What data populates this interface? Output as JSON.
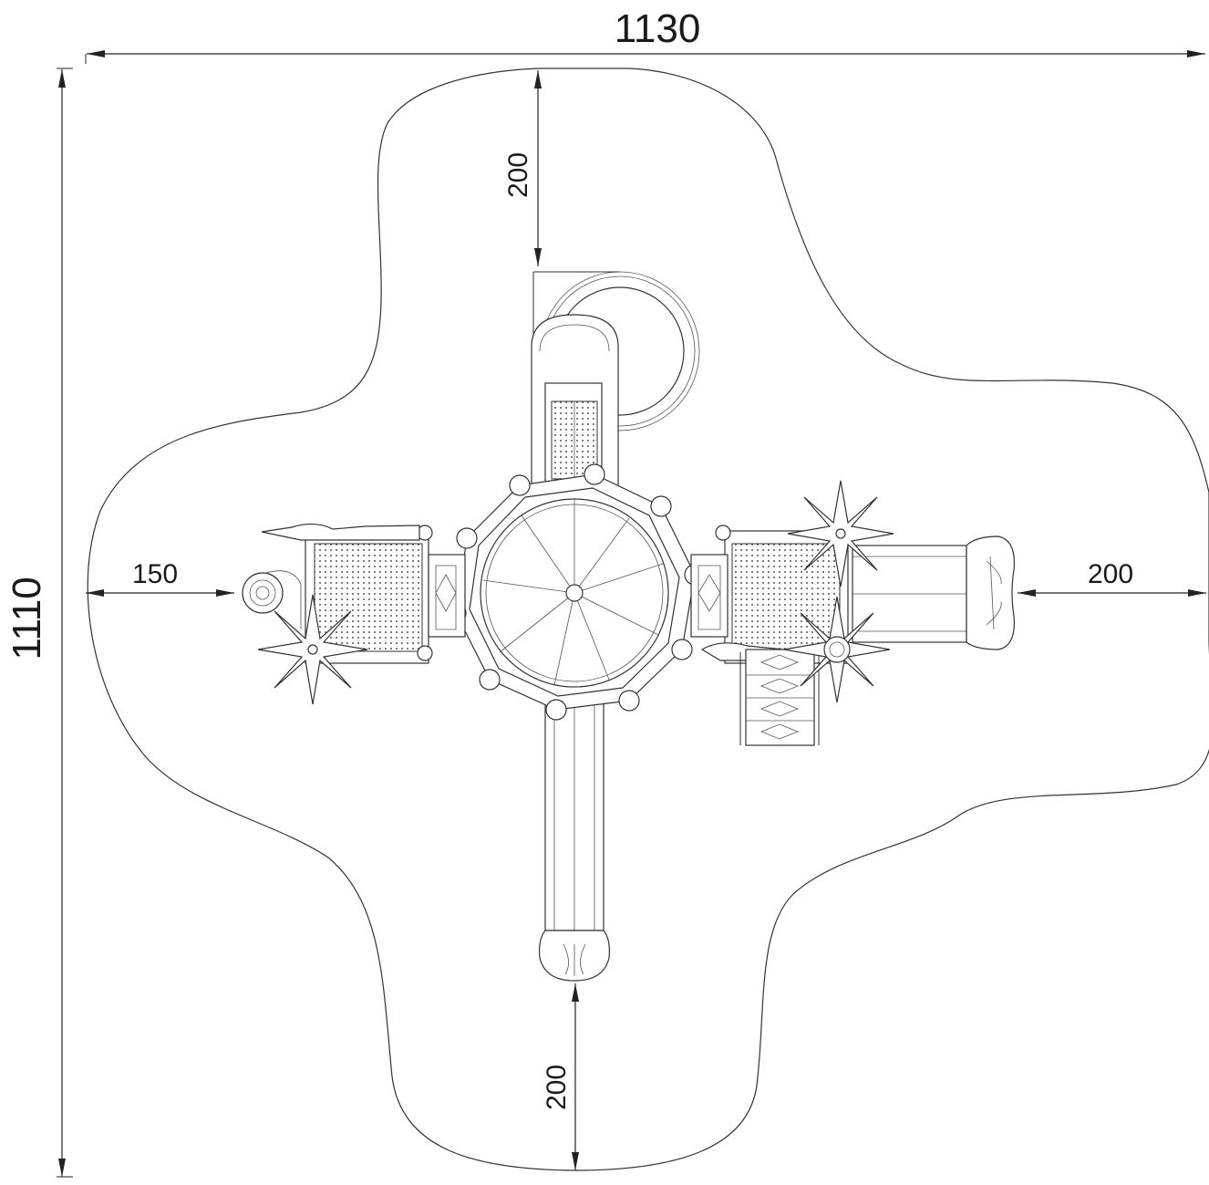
{
  "dimensions": {
    "overall_width": "1130",
    "overall_height": "1110",
    "top_clearance": "200",
    "bottom_clearance": "200",
    "left_clearance": "150",
    "right_clearance": "200"
  },
  "colors": {
    "line": "#333333",
    "background": "#ffffff"
  }
}
